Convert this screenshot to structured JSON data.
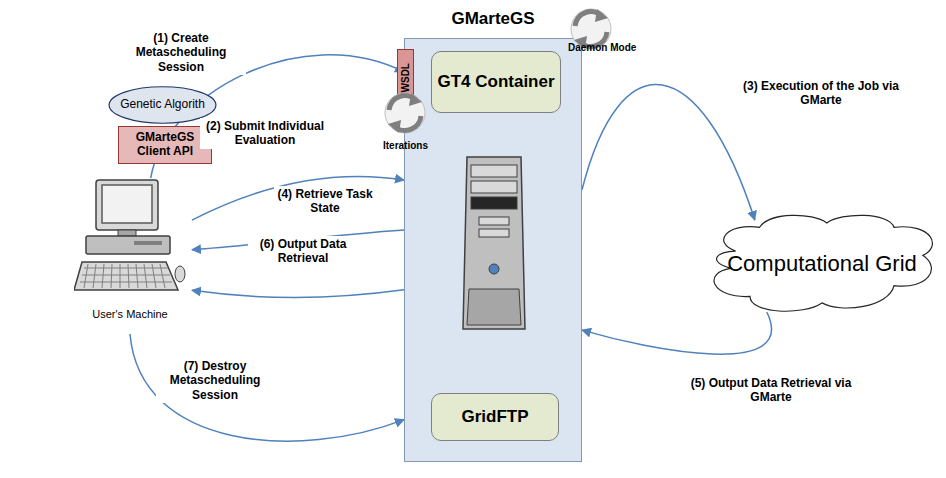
{
  "diagram": {
    "nodes": [
      {
        "text": [
          "Genetic Algorith"
        ]
      },
      {
        "text": [
          "GMarteGS Client API"
        ]
      },
      {
        "text": [
          "User's Machine"
        ]
      },
      {
        "text": [
          "GMarteGS"
        ]
      },
      {
        "text": [
          "WSDL"
        ],
        "in": 3
      },
      {
        "text": [
          "GT4 Container"
        ],
        "in": 3
      },
      {
        "text": [
          "GridFTP"
        ],
        "in": 3
      },
      {
        "text": [
          "Computational Grid"
        ]
      }
    ],
    "edges": [
      {
        "from": 2,
        "to": 3,
        "label": "(1) Create Metascheduling Session",
        "arrow": "to"
      },
      {
        "from": 2,
        "to": 3,
        "label": "(2) Submit Individual Evaluation",
        "arrow": "to"
      },
      {
        "from": 3,
        "to": 7,
        "label": "(3) Execution of the Job via GMarte",
        "arrow": "to"
      },
      {
        "from": 3,
        "to": 2,
        "label": "(4) Retrieve Task State",
        "arrow": "to"
      },
      {
        "from": 7,
        "to": 3,
        "label": "(5) Output Data Retrieval via GMarte",
        "arrow": "to"
      },
      {
        "from": 3,
        "to": 2,
        "label": "(6) Output Data Retrieval",
        "arrow": "to"
      },
      {
        "from": 2,
        "to": 3,
        "label": "(7) Destroy Metascheduling Session",
        "arrow": "to"
      }
    ],
    "labels": [
      "Daemon Mode",
      "Iterations"
    ]
  }
}
